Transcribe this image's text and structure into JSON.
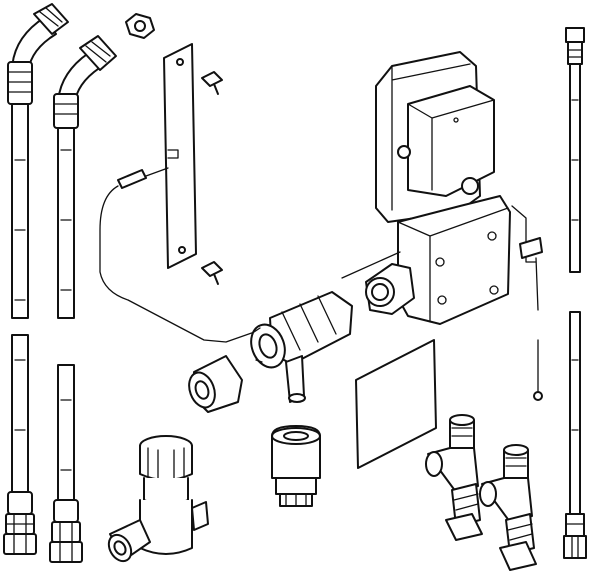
{
  "diagram": {
    "background": "#ffffff",
    "line_color": "#111111",
    "parts": [
      "braided-hose-left-long",
      "braided-hose-left-short",
      "braided-hose-right",
      "hose-end-left",
      "hose-end-inner",
      "hose-end-right",
      "cap-nut",
      "mounting-plate",
      "plate-screw-top",
      "plate-screw-bottom",
      "sensor-cable",
      "control-box",
      "solenoid-valve",
      "electrode-wire",
      "valve-connector",
      "nipple-adapter",
      "strainer-insert",
      "thermostatic-mixer",
      "protective-film",
      "tee-fitting-left",
      "tee-fitting-right"
    ]
  }
}
